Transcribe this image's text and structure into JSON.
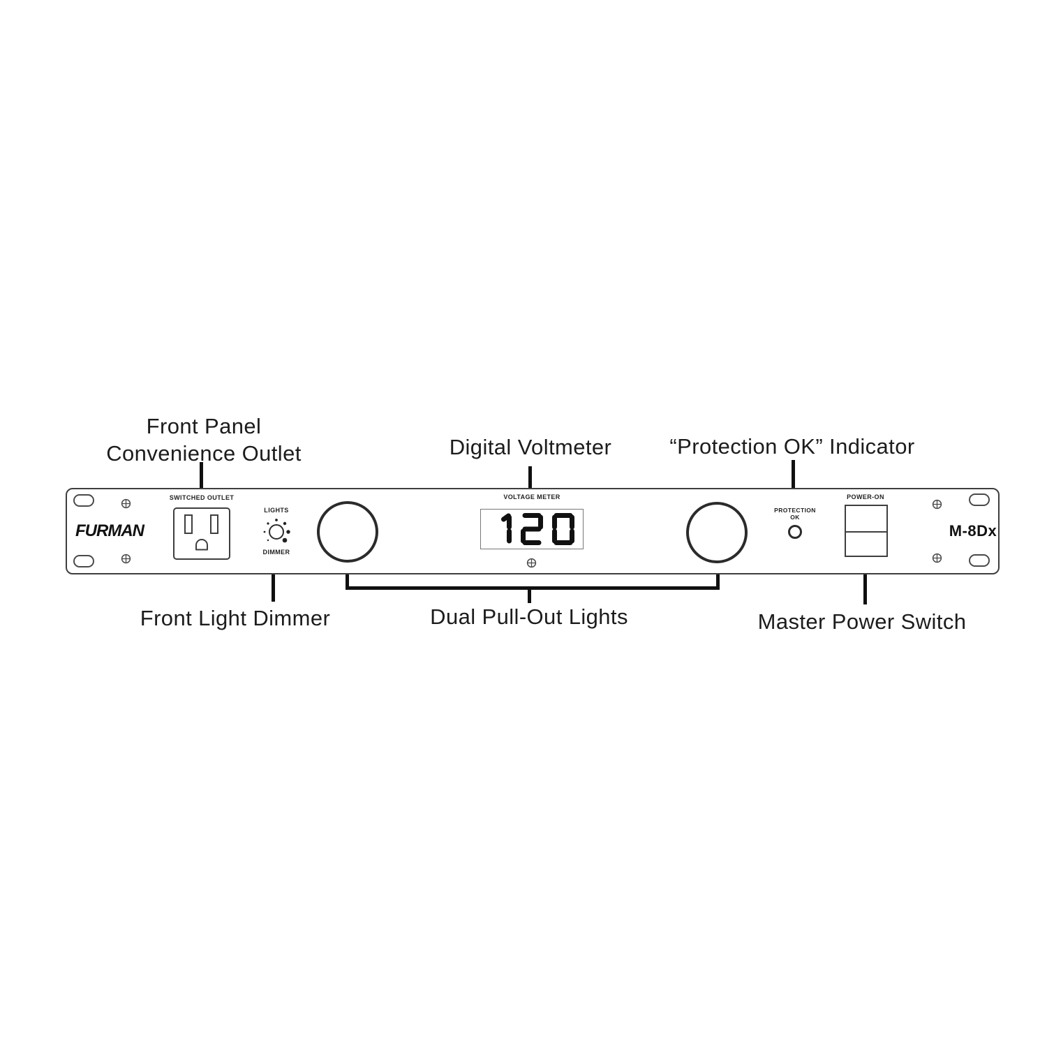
{
  "callouts": {
    "front_panel_outlet_line1": "Front Panel",
    "front_panel_outlet_line2": "Convenience Outlet",
    "digital_voltmeter": "Digital Voltmeter",
    "protection_ok": "“Protection OK” Indicator",
    "front_light_dimmer": "Front Light Dimmer",
    "dual_pull_out_lights": "Dual Pull-Out Lights",
    "master_power_switch": "Master Power Switch"
  },
  "panel": {
    "brand": "FURMAN",
    "model": "M-8Dx",
    "switched_outlet_label": "SWITCHED OUTLET",
    "lights_label": "LIGHTS",
    "dimmer_label": "DIMMER",
    "voltage_meter_label": "VOLTAGE METER",
    "voltmeter_value": "120",
    "protection_label_line1": "PROTECTION",
    "protection_label_line2": "OK",
    "power_on_label": "POWER-ON"
  },
  "colors": {
    "panel_line": "#3e3e3e",
    "callout_line": "#101010",
    "text": "#1c1c1c",
    "digit": "#111111"
  }
}
